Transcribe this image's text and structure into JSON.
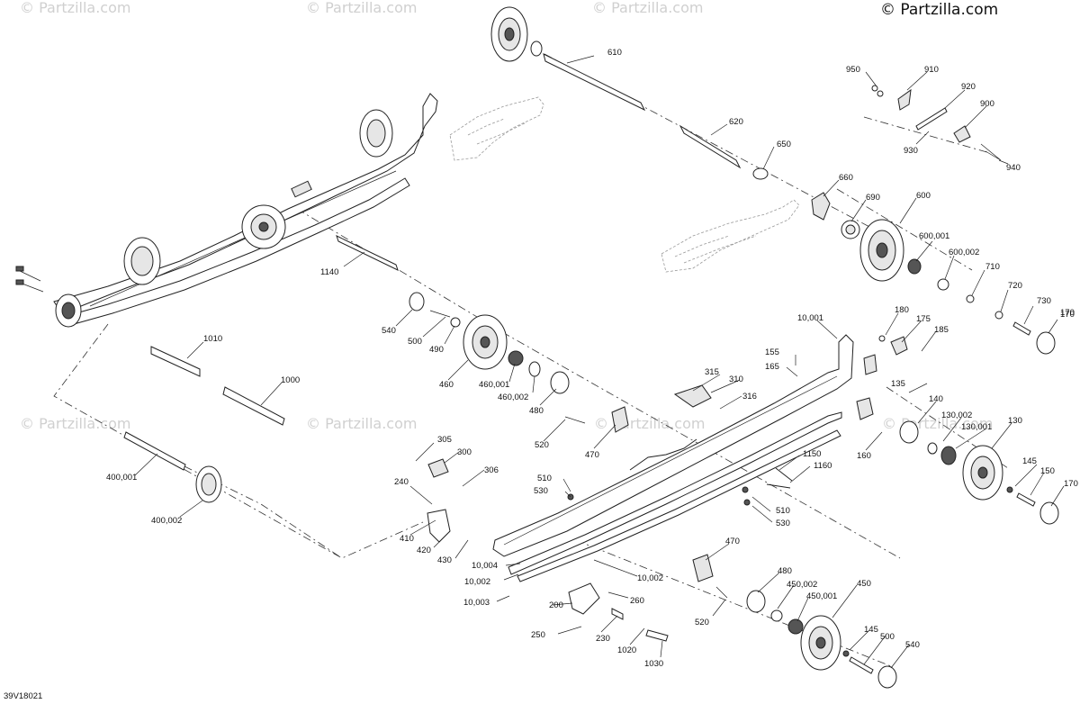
{
  "watermarks": {
    "text": "© Partzilla.com",
    "copyright": "© Partzilla.com"
  },
  "drawing_code": "39V18021",
  "callouts": [
    {
      "id": "610",
      "label": "610"
    },
    {
      "id": "620",
      "label": "620"
    },
    {
      "id": "650",
      "label": "650"
    },
    {
      "id": "660",
      "label": "660"
    },
    {
      "id": "690",
      "label": "690"
    },
    {
      "id": "600",
      "label": "600"
    },
    {
      "id": "600001",
      "label": "600,001"
    },
    {
      "id": "600002",
      "label": "600,002"
    },
    {
      "id": "710",
      "label": "710"
    },
    {
      "id": "720",
      "label": "720"
    },
    {
      "id": "730",
      "label": "730"
    },
    {
      "id": "170a",
      "label": "170"
    },
    {
      "id": "950",
      "label": "950"
    },
    {
      "id": "910",
      "label": "910"
    },
    {
      "id": "920",
      "label": "920"
    },
    {
      "id": "900",
      "label": "900"
    },
    {
      "id": "930",
      "label": "930"
    },
    {
      "id": "940",
      "label": "940"
    },
    {
      "id": "1140",
      "label": "1140"
    },
    {
      "id": "540a",
      "label": "540"
    },
    {
      "id": "500a",
      "label": "500"
    },
    {
      "id": "490",
      "label": "490"
    },
    {
      "id": "460",
      "label": "460"
    },
    {
      "id": "460001",
      "label": "460,001"
    },
    {
      "id": "460002",
      "label": "460,002"
    },
    {
      "id": "480a",
      "label": "480"
    },
    {
      "id": "520a",
      "label": "520"
    },
    {
      "id": "470a",
      "label": "470"
    },
    {
      "id": "1010",
      "label": "1010"
    },
    {
      "id": "1000",
      "label": "1000"
    },
    {
      "id": "400001",
      "label": "400,001"
    },
    {
      "id": "400002",
      "label": "400,002"
    },
    {
      "id": "10001",
      "label": "10,001"
    },
    {
      "id": "180",
      "label": "180"
    },
    {
      "id": "175",
      "label": "175"
    },
    {
      "id": "185",
      "label": "185"
    },
    {
      "id": "170b",
      "label": "170"
    },
    {
      "id": "155",
      "label": "155"
    },
    {
      "id": "165",
      "label": "165"
    },
    {
      "id": "315",
      "label": "315"
    },
    {
      "id": "310",
      "label": "310"
    },
    {
      "id": "316",
      "label": "316"
    },
    {
      "id": "135",
      "label": "135"
    },
    {
      "id": "140",
      "label": "140"
    },
    {
      "id": "130002",
      "label": "130,002"
    },
    {
      "id": "130001",
      "label": "130,001"
    },
    {
      "id": "130",
      "label": "130"
    },
    {
      "id": "160",
      "label": "160"
    },
    {
      "id": "145a",
      "label": "145"
    },
    {
      "id": "150",
      "label": "150"
    },
    {
      "id": "170c",
      "label": "170"
    },
    {
      "id": "305",
      "label": "305"
    },
    {
      "id": "300",
      "label": "300"
    },
    {
      "id": "306",
      "label": "306"
    },
    {
      "id": "1150",
      "label": "1150"
    },
    {
      "id": "1160",
      "label": "1160"
    },
    {
      "id": "510a",
      "label": "510"
    },
    {
      "id": "530a",
      "label": "530"
    },
    {
      "id": "510b",
      "label": "510"
    },
    {
      "id": "530b",
      "label": "530"
    },
    {
      "id": "240",
      "label": "240"
    },
    {
      "id": "410",
      "label": "410"
    },
    {
      "id": "420",
      "label": "420"
    },
    {
      "id": "430",
      "label": "430"
    },
    {
      "id": "470b",
      "label": "470"
    },
    {
      "id": "10004",
      "label": "10,004"
    },
    {
      "id": "10002a",
      "label": "10,002"
    },
    {
      "id": "10002b",
      "label": "10,002"
    },
    {
      "id": "10003",
      "label": "10,003"
    },
    {
      "id": "200",
      "label": "200"
    },
    {
      "id": "260",
      "label": "260"
    },
    {
      "id": "250",
      "label": "250"
    },
    {
      "id": "230",
      "label": "230"
    },
    {
      "id": "1020",
      "label": "1020"
    },
    {
      "id": "1030",
      "label": "1030"
    },
    {
      "id": "480b",
      "label": "480"
    },
    {
      "id": "450002",
      "label": "450,002"
    },
    {
      "id": "450001",
      "label": "450,001"
    },
    {
      "id": "450",
      "label": "450"
    },
    {
      "id": "520b",
      "label": "520"
    },
    {
      "id": "145b",
      "label": "145"
    },
    {
      "id": "500b",
      "label": "500"
    },
    {
      "id": "540b",
      "label": "540"
    }
  ]
}
